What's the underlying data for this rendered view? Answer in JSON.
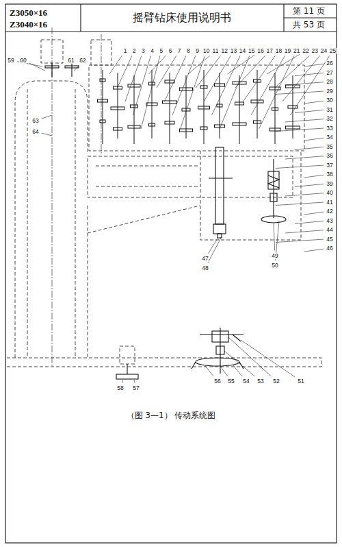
{
  "diagram": {
    "title": "摇臂钻床使用说明书",
    "caption": "（图 3—1） 传动系统图",
    "labels": [
      "Z3050×16",
      "Z3040×16",
      "第 11 页",
      "共 53 页",
      "1",
      "2",
      "3",
      "4",
      "5",
      "6",
      "7",
      "8",
      "9",
      "10",
      "11",
      "12",
      "13",
      "14",
      "15",
      "16",
      "17",
      "18",
      "19",
      "21",
      "22",
      "23",
      "24",
      "25",
      "26",
      "27",
      "28",
      "29",
      "30",
      "31",
      "32",
      "33",
      "34",
      "35",
      "36",
      "37",
      "38",
      "39",
      "40",
      "41",
      "42",
      "43",
      "44",
      "45",
      "46",
      "47",
      "48",
      "49",
      "50",
      "58",
      "57",
      "56",
      "55",
      "54",
      "53",
      "52",
      "51",
      "59",
      "60",
      "61",
      "62",
      "63",
      "64"
    ]
  }
}
